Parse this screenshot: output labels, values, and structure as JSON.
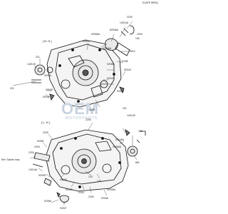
{
  "figure_code": "E1AFE 5RRQ",
  "sections": {
    "upper": "[ N. H ]",
    "lower": "[ L. H ]"
  },
  "watermark": {
    "big": "OEM",
    "small": "MOTORPARTS"
  },
  "parts": {
    "p2200_a": "2200",
    "p14014a_a": "14014A",
    "p82046a_a": "82046A",
    "p92066a": "92066A",
    "p92005_a": "92005",
    "p2200_b": "2200",
    "p92046a_a": "92046A",
    "p132_a": "132",
    "p13012": "13012",
    "p11008": "11008",
    "p92066": "92066",
    "p92043_a": "92043",
    "p92043_b": "92043",
    "p221_a": "221",
    "p140149": "140149",
    "p92046_a": "92046",
    "p92049": "92049",
    "p92028": "92028",
    "p92046_b": "92046",
    "p14001": "14001",
    "p92043_c": "92043",
    "p221_b": "221",
    "p140149_b": "140149",
    "p2200_c": "2200",
    "p92046a_b": "92046A",
    "p92066a_b": "92066A",
    "p2200_d": "2200",
    "p92051": "92051",
    "p2200_e": "2200",
    "p2200_f": "2200",
    "ref_starter": "Ref. Starter mas",
    "p14014a_b": "14014A",
    "p92005_b": "92005",
    "p92043_d": "92043",
    "p92049_b": "92049",
    "p120_a": "120",
    "p120_b": "120",
    "p2200_g": "2200",
    "p2200_h": "2200",
    "p92046_c": "92046",
    "p92066_b": "92066",
    "p92027": "92027",
    "p92005a": "92005A",
    "p132_b": "132",
    "p681": "681"
  }
}
